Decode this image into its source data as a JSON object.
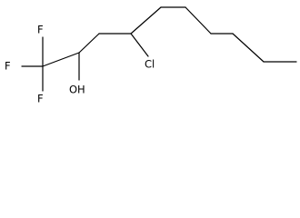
{
  "molecule": {
    "atoms": {
      "f_top": "F",
      "f_left": "F",
      "f_bottom": "F",
      "hydroxyl": "OH",
      "chlorine": "Cl"
    }
  }
}
